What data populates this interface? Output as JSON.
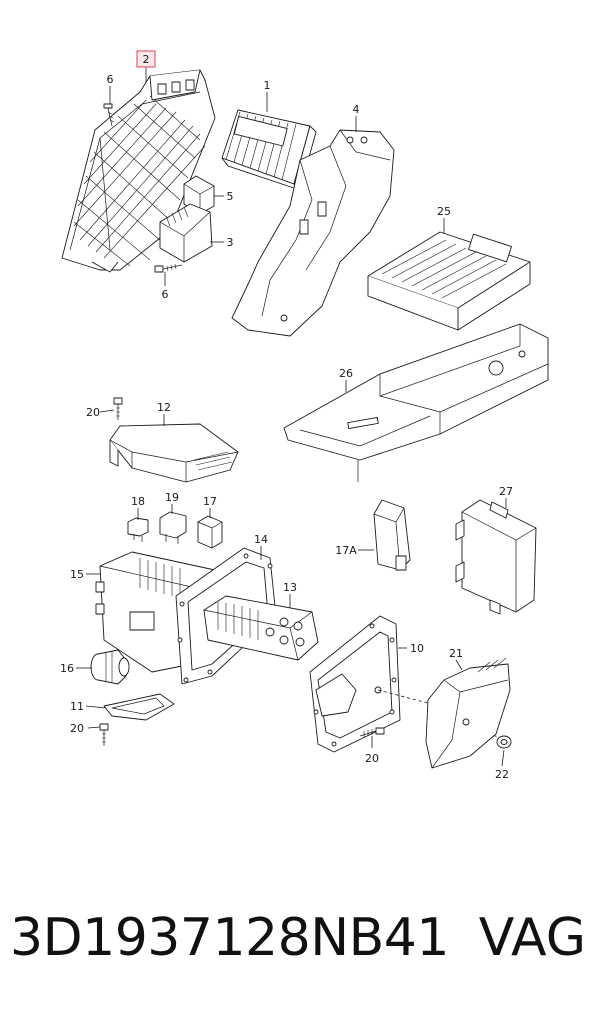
{
  "callouts": {
    "c1": "1",
    "c2": "2",
    "c3": "3",
    "c4": "4",
    "c5": "5",
    "c6a": "6",
    "c6b": "6",
    "c10": "10",
    "c11": "11",
    "c12": "12",
    "c13": "13",
    "c14": "14",
    "c15": "15",
    "c16": "16",
    "c17": "17",
    "c17a": "17A",
    "c18": "18",
    "c19": "19",
    "c20a": "20",
    "c20b": "20",
    "c20c": "20",
    "c21": "21",
    "c22": "22",
    "c25": "25",
    "c26": "26",
    "c27": "27"
  },
  "highlight_color": "#e06070",
  "caption": {
    "part_number": "3D1937128NB41",
    "brand": "VAG"
  }
}
